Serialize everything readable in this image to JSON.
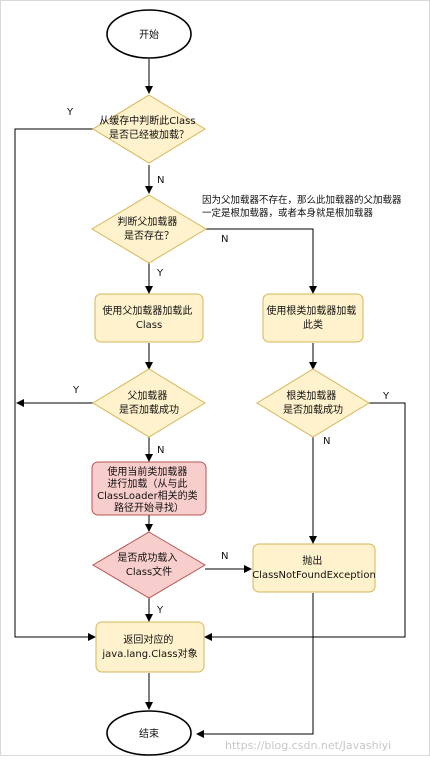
{
  "nodes": {
    "start": "开始",
    "cache_check": [
      "从缓存中判断此Class",
      "是否已经被加载？"
    ],
    "parent_exists": [
      "判断父加载器",
      "是否存在？"
    ],
    "use_parent": [
      "使用父加载器加载此",
      "Class"
    ],
    "use_bootstrap": [
      "使用根类加载器加载",
      "此类"
    ],
    "parent_success": [
      "父加载器",
      "是否加载成功"
    ],
    "bootstrap_success": [
      "根类加载器",
      "是否加载成功"
    ],
    "use_current": [
      "使用当前类加载器",
      "进行加载（从与此",
      "ClassLoader相关的类",
      "路径开始寻找）"
    ],
    "loaded_success": [
      "是否成功载入",
      "Class文件"
    ],
    "throw_exception": [
      "抛出",
      "ClassNotFoundException"
    ],
    "return_class": [
      "返回对应的",
      "java.lang.Class对象"
    ],
    "end": "结束"
  },
  "annotation": [
    "因为父加载器不存在，那么此加载器的父加载器",
    "一定是根加载器，或者本身就是根加载器"
  ],
  "edge_labels": {
    "yes": "Y",
    "no": "N"
  },
  "watermark": "https://blog.csdn.net/Javashiyi",
  "colors": {
    "decision_fill": "#fff2cc",
    "decision_stroke": "#d6b656",
    "highlight_fill": "#f8cecc",
    "highlight_stroke": "#b85450"
  }
}
